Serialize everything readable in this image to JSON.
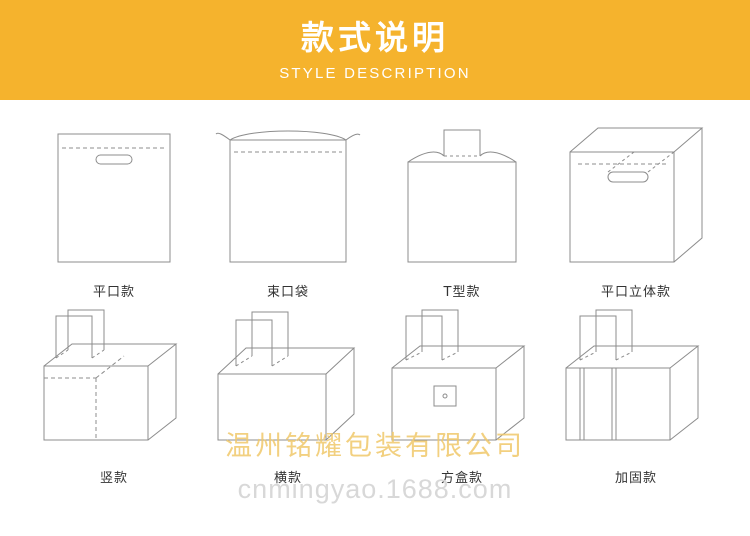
{
  "header": {
    "title": "款式说明",
    "subtitle": "STYLE DESCRIPTION",
    "bg_color": "#f5b32d",
    "text_color": "#ffffff"
  },
  "styles": {
    "row1": [
      {
        "caption": "平口款",
        "icon": "flat-mouth-bag-icon"
      },
      {
        "caption": "束口袋",
        "icon": "drawstring-bag-icon"
      },
      {
        "caption": "T型款",
        "icon": "t-shape-bag-icon"
      },
      {
        "caption": "平口立体款",
        "icon": "flat-mouth-3d-bag-icon"
      }
    ],
    "row2": [
      {
        "caption": "竖款",
        "icon": "vertical-bag-icon"
      },
      {
        "caption": "横款",
        "icon": "horizontal-bag-icon"
      },
      {
        "caption": "方盒款",
        "icon": "box-bag-icon"
      },
      {
        "caption": "加固款",
        "icon": "reinforced-bag-icon"
      }
    ]
  },
  "watermarks": {
    "company": "温州铭耀包装有限公司",
    "url": "cnmingyao.1688.com",
    "company_color": "#f0c86a",
    "url_color": "#d8d8d8"
  },
  "line_color": "#8c8c8c"
}
